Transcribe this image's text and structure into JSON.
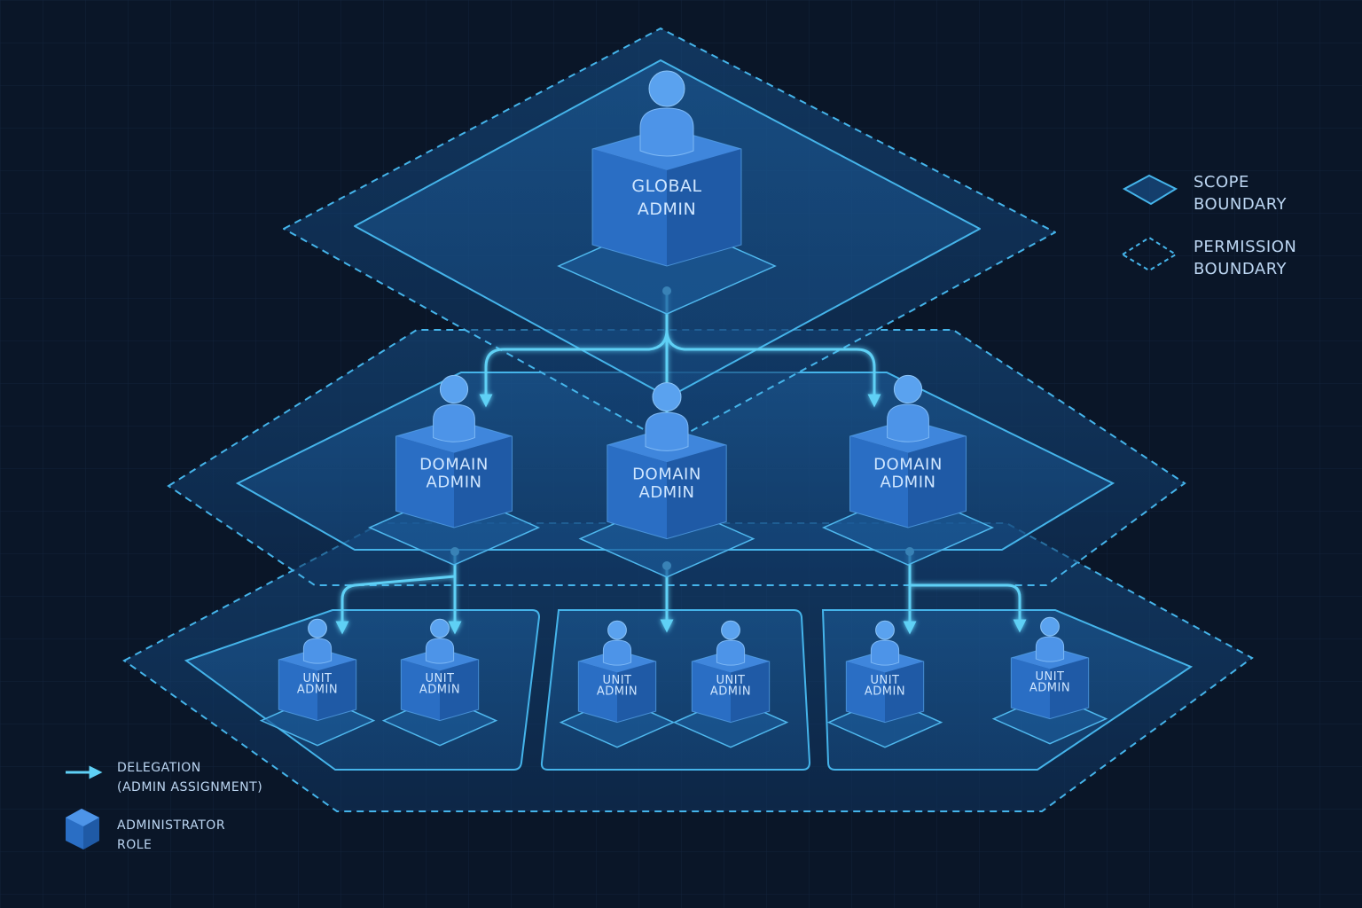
{
  "roles": {
    "global": [
      "GLOBAL",
      "ADMIN"
    ],
    "domain": [
      "DOMAIN",
      "ADMIN"
    ],
    "unit": [
      "UNIT",
      "ADMIN"
    ]
  },
  "legend": {
    "scope": [
      "SCOPE",
      "BOUNDARY"
    ],
    "permission": [
      "PERMISSION",
      "BOUNDARY"
    ],
    "delegation": [
      "DELEGATION",
      "(ADMIN ASSIGNMENT)"
    ],
    "role": [
      "ADMINISTRATOR",
      "ROLE"
    ]
  },
  "colors": {
    "background": "#0a1628",
    "boundary": "#45b4ea",
    "delegation_arrow": "#5fd0f5",
    "role_cube": "#2a6ec4",
    "role_person": "#4d94e8"
  }
}
